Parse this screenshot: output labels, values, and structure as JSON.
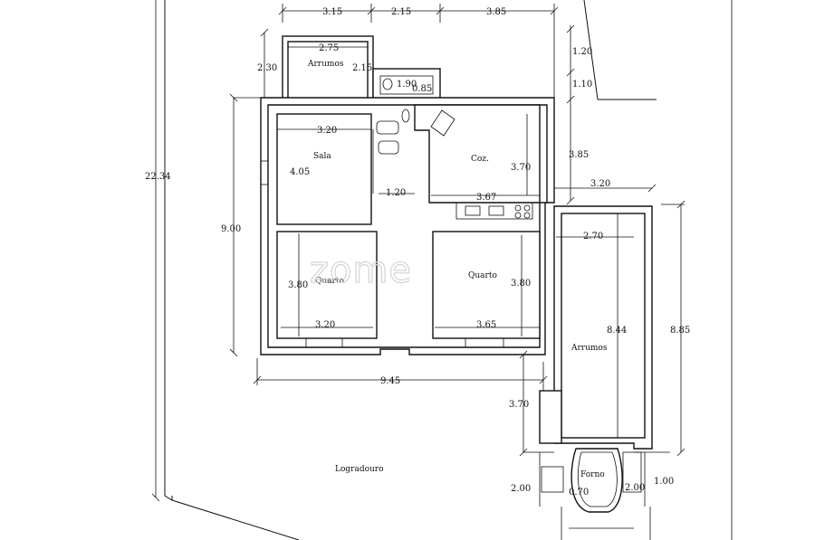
{
  "watermark": "zome",
  "rooms": {
    "arrumos_top": "Arrumos",
    "sala": "Sala",
    "cozinha": "Coz.",
    "quarto_left": "Quarto",
    "quarto_right": "Quarto",
    "arrumos_right": "Arrumos",
    "forno": "Forno",
    "logradouro": "Logradouro"
  },
  "dimensions": {
    "top_a": "3.15",
    "top_b": "2.15",
    "top_c": "3.85",
    "right_120": "1.20",
    "right_110": "1.10",
    "right_385": "3.85",
    "right_320": "3.20",
    "right_885": "8.85",
    "arr_w": "2.75",
    "arr_h": "2.30",
    "arr_h2": "2.15",
    "wc_w": "1.90",
    "wc_h": "0.85",
    "sala_w": "3.20",
    "sala_h": "4.05",
    "hall_w": "1.20",
    "coz_h": "3.70",
    "coz_w": "3.67",
    "left_total": "22.34",
    "left_900": "9.00",
    "ql_h": "3.80",
    "ql_w": "3.20",
    "qr_h": "3.80",
    "qr_w": "3.65",
    "arr2_w": "2.70",
    "arr2_h": "8.44",
    "bottom_945": "9.45",
    "v_370": "3.70",
    "b_200a": "2.00",
    "b_070": "0.70",
    "b_200b": "2.00",
    "b_100": "1.00"
  },
  "colors": {
    "line": "#111111",
    "background": "#ffffff",
    "watermark": "#d4d4d4"
  }
}
